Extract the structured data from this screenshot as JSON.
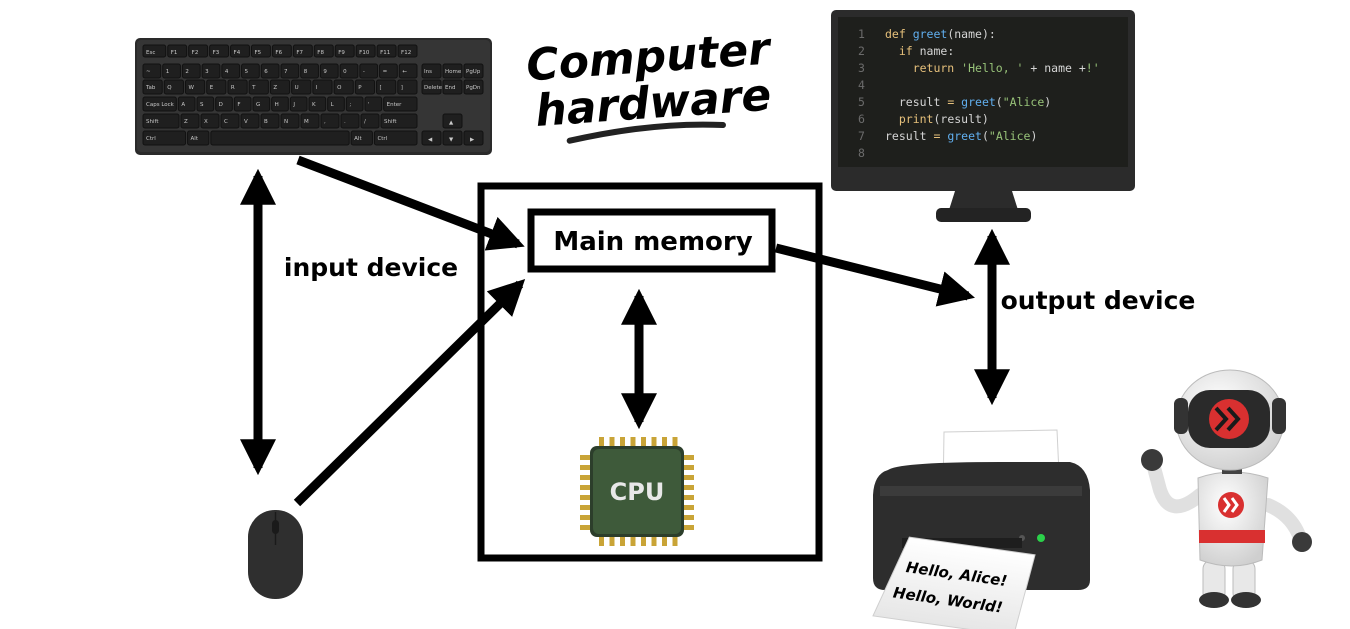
{
  "title": {
    "line1": "Computer",
    "line2": "hardware"
  },
  "labels": {
    "main_memory": "Main memory",
    "input_device": "input device",
    "output_device": "output device",
    "cpu": "CPU"
  },
  "code_editor": {
    "line_numbers": [
      "1",
      "2",
      "3",
      "4",
      "5",
      "6",
      "7",
      "8"
    ],
    "lines": [
      [
        {
          "t": "def ",
          "c": "kw"
        },
        {
          "t": "greet",
          "c": "fn"
        },
        {
          "t": "(name):",
          "c": "txt"
        }
      ],
      [
        {
          "t": "  if ",
          "c": "kw"
        },
        {
          "t": "name:",
          "c": "txt"
        }
      ],
      [
        {
          "t": "    return ",
          "c": "kw"
        },
        {
          "t": "'Hello, '",
          "c": "str"
        },
        {
          "t": " + name +",
          "c": "txt"
        },
        {
          "t": "!'",
          "c": "str"
        }
      ],
      [],
      [
        {
          "t": "  result ",
          "c": "txt"
        },
        {
          "t": "= ",
          "c": "kw"
        },
        {
          "t": "greet",
          "c": "fn"
        },
        {
          "t": "(",
          "c": "txt"
        },
        {
          "t": "\"Alice",
          "c": "str"
        },
        {
          "t": ")",
          "c": "txt"
        }
      ],
      [
        {
          "t": "  print",
          "c": "kw"
        },
        {
          "t": "(result)",
          "c": "txt"
        }
      ],
      [
        {
          "t": "result ",
          "c": "txt"
        },
        {
          "t": "= ",
          "c": "kw"
        },
        {
          "t": "greet",
          "c": "fn"
        },
        {
          "t": "(",
          "c": "txt"
        },
        {
          "t": "\"Alice",
          "c": "str"
        },
        {
          "t": ")",
          "c": "txt"
        }
      ],
      []
    ]
  },
  "printout": {
    "line1": "Hello, Alice!",
    "line2": "Hello, World!"
  },
  "keyboard": {
    "rows": [
      [
        "Esc",
        "F1",
        "F2",
        "F3",
        "F4",
        "F5",
        "F6",
        "F7",
        "F8",
        "F9",
        "F10",
        "F11",
        "F12"
      ],
      [
        "~",
        "1",
        "2",
        "3",
        "4",
        "5",
        "6",
        "7",
        "8",
        "9",
        "0",
        "-",
        "=",
        "←"
      ],
      [
        "Tab",
        "Q",
        "W",
        "E",
        "R",
        "T",
        "Z",
        "U",
        "I",
        "O",
        "P",
        "[",
        "]"
      ],
      [
        "Caps Lock",
        "A",
        "S",
        "D",
        "F",
        "G",
        "H",
        "J",
        "K",
        "L",
        ";",
        "'",
        "Enter"
      ],
      [
        "Shift",
        "Z",
        "X",
        "C",
        "V",
        "B",
        "N",
        "M",
        ",",
        ".",
        "/",
        "Shift"
      ],
      [
        "Ctrl",
        "Alt",
        "",
        "Alt",
        "Ctrl"
      ]
    ],
    "nav_keys": [
      "Ins",
      "Home",
      "PgUp",
      "Delete",
      "End",
      "PgDn"
    ],
    "arrow_keys": [
      "▲",
      "◀",
      "▼",
      "▶"
    ]
  },
  "colors": {
    "code_bg": "#1e1f1c",
    "keyword": "#e6c07b",
    "function": "#61afef",
    "string": "#98c379",
    "text": "#d4d4d4",
    "gutter": "#6b6b6b",
    "chip": "#3e5a3a",
    "chip_pins": "#c9a437",
    "robot_accent": "#d93030"
  }
}
